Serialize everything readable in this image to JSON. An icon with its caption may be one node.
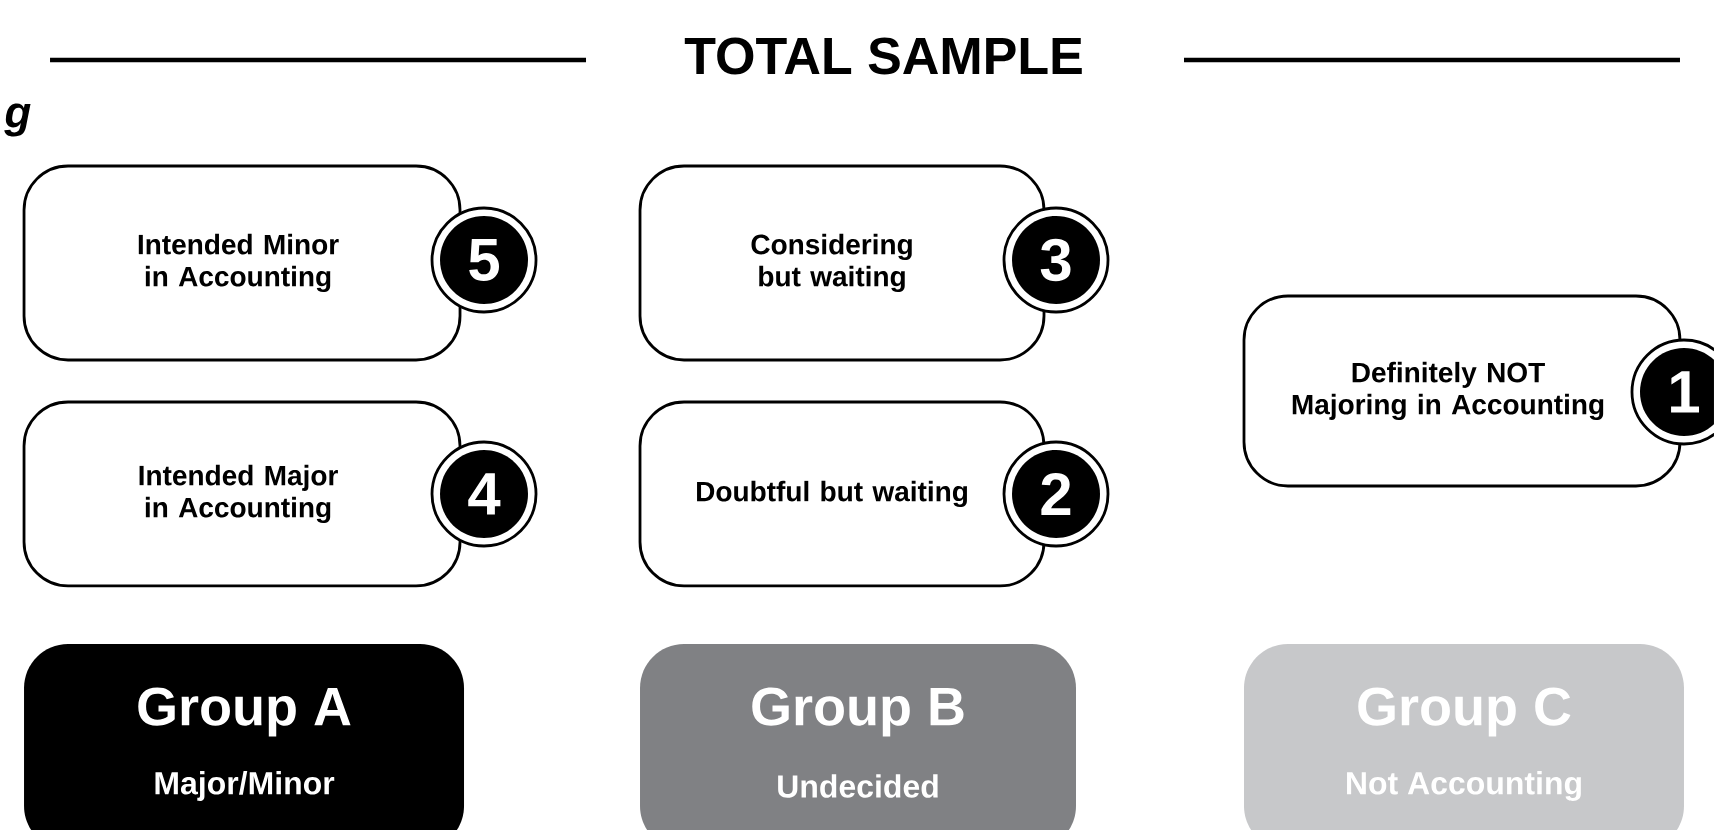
{
  "diagram": {
    "title": "TOTAL SAMPLE",
    "nodes": [
      {
        "text": [
          "Intended Minor in Accounting",
          "5"
        ]
      },
      {
        "text": [
          "Considering but waiting",
          "3"
        ]
      },
      {
        "text": [
          "Definitely NOT Majoring in Accounting",
          "1"
        ]
      },
      {
        "text": [
          "Intended Major in Accounting",
          "4"
        ]
      },
      {
        "text": [
          "Doubtful but waiting",
          "2"
        ]
      },
      {
        "text": [
          "Group A",
          "Major/Minor"
        ]
      },
      {
        "text": [
          "Group B",
          "Undecided"
        ]
      },
      {
        "text": [
          "Group C",
          "Not Accounting"
        ]
      }
    ],
    "labels": [
      "g"
    ]
  }
}
